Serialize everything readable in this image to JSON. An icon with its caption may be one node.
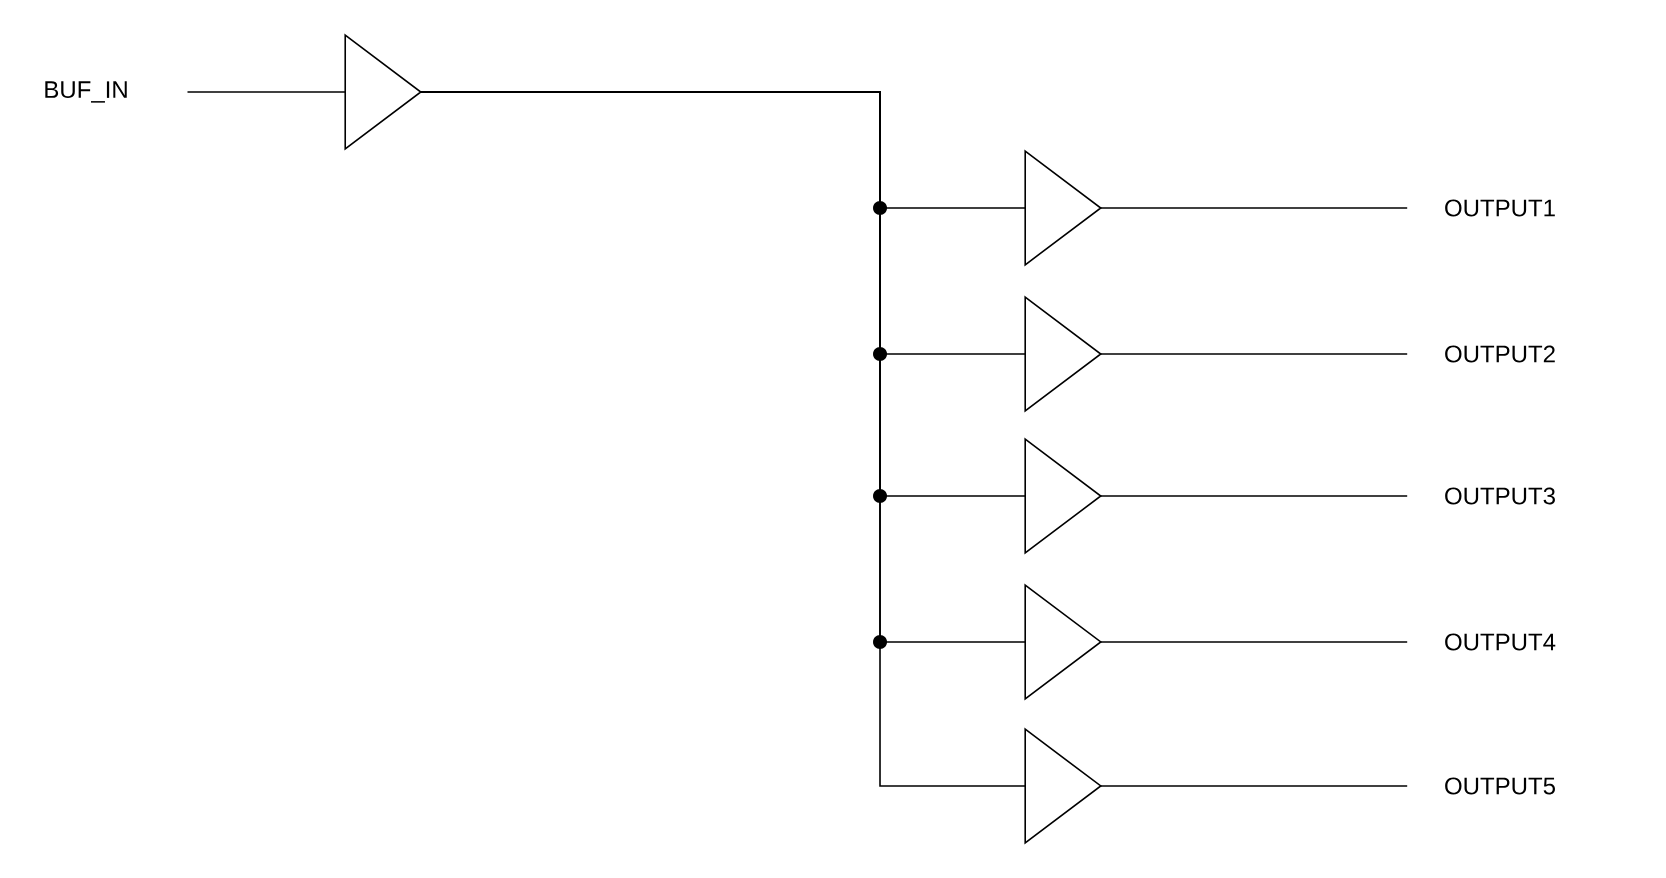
{
  "diagram": {
    "nodes": [
      {
        "text": [
          "BUF_IN"
        ]
      },
      {
        "text": [],
        "shape": "triangle"
      },
      {
        "text": [],
        "shape": "triangle"
      },
      {
        "text": [],
        "shape": "triangle"
      },
      {
        "text": [],
        "shape": "triangle"
      },
      {
        "text": [],
        "shape": "triangle"
      },
      {
        "text": [],
        "shape": "triangle"
      },
      {
        "text": [
          "OUTPUT1"
        ]
      },
      {
        "text": [
          "OUTPUT2"
        ]
      },
      {
        "text": [
          "OUTPUT3"
        ]
      },
      {
        "text": [
          "OUTPUT4"
        ]
      },
      {
        "text": [
          "OUTPUT5"
        ]
      }
    ],
    "edges": [
      {
        "from": 0,
        "to": 1,
        "arrow": "none"
      },
      {
        "from": 1,
        "to": 2,
        "arrow": "none"
      },
      {
        "from": 1,
        "to": 3,
        "arrow": "none"
      },
      {
        "from": 1,
        "to": 4,
        "arrow": "none"
      },
      {
        "from": 1,
        "to": 5,
        "arrow": "none"
      },
      {
        "from": 1,
        "to": 6,
        "arrow": "none"
      },
      {
        "from": 2,
        "to": 7,
        "arrow": "none"
      },
      {
        "from": 3,
        "to": 8,
        "arrow": "none"
      },
      {
        "from": 4,
        "to": 9,
        "arrow": "none"
      },
      {
        "from": 5,
        "to": 10,
        "arrow": "none"
      },
      {
        "from": 6,
        "to": 11,
        "arrow": "none"
      }
    ]
  }
}
